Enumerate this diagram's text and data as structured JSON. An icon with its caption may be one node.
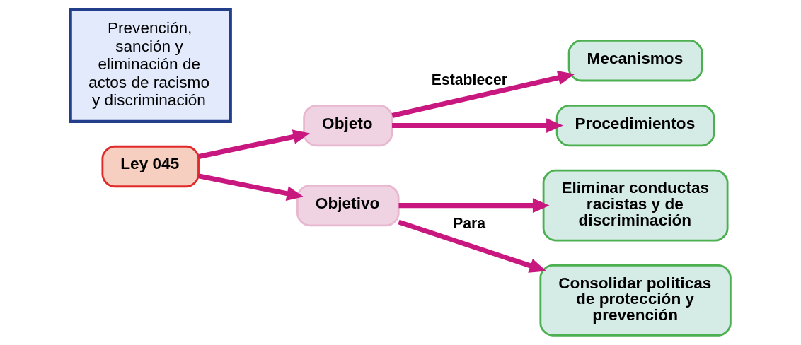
{
  "diagram": {
    "nodes": [
      {
        "text": [
          "Ley 045"
        ]
      },
      {
        "text": [
          "Objeto"
        ]
      },
      {
        "text": [
          "Objetivo"
        ]
      },
      {
        "text": [
          "Mecanismos"
        ]
      },
      {
        "text": [
          "Procedimientos"
        ]
      },
      {
        "text": [
          "Eliminar conductas racistas y de discriminación"
        ]
      },
      {
        "text": [
          "Consolidar politicas de protección y prevención"
        ]
      },
      {
        "text": [
          "Prevención, sanción y eliminación de actos de racismo y discriminación"
        ]
      }
    ],
    "edges": [
      {
        "from": 0,
        "to": 1,
        "arrow": "to"
      },
      {
        "from": 0,
        "to": 2,
        "arrow": "to"
      },
      {
        "from": 1,
        "to": 3,
        "arrow": "to",
        "label": "Establecer"
      },
      {
        "from": 1,
        "to": 4,
        "arrow": "to"
      },
      {
        "from": 2,
        "to": 5,
        "arrow": "to"
      },
      {
        "from": 2,
        "to": 6,
        "arrow": "to",
        "label": "Para"
      }
    ]
  }
}
